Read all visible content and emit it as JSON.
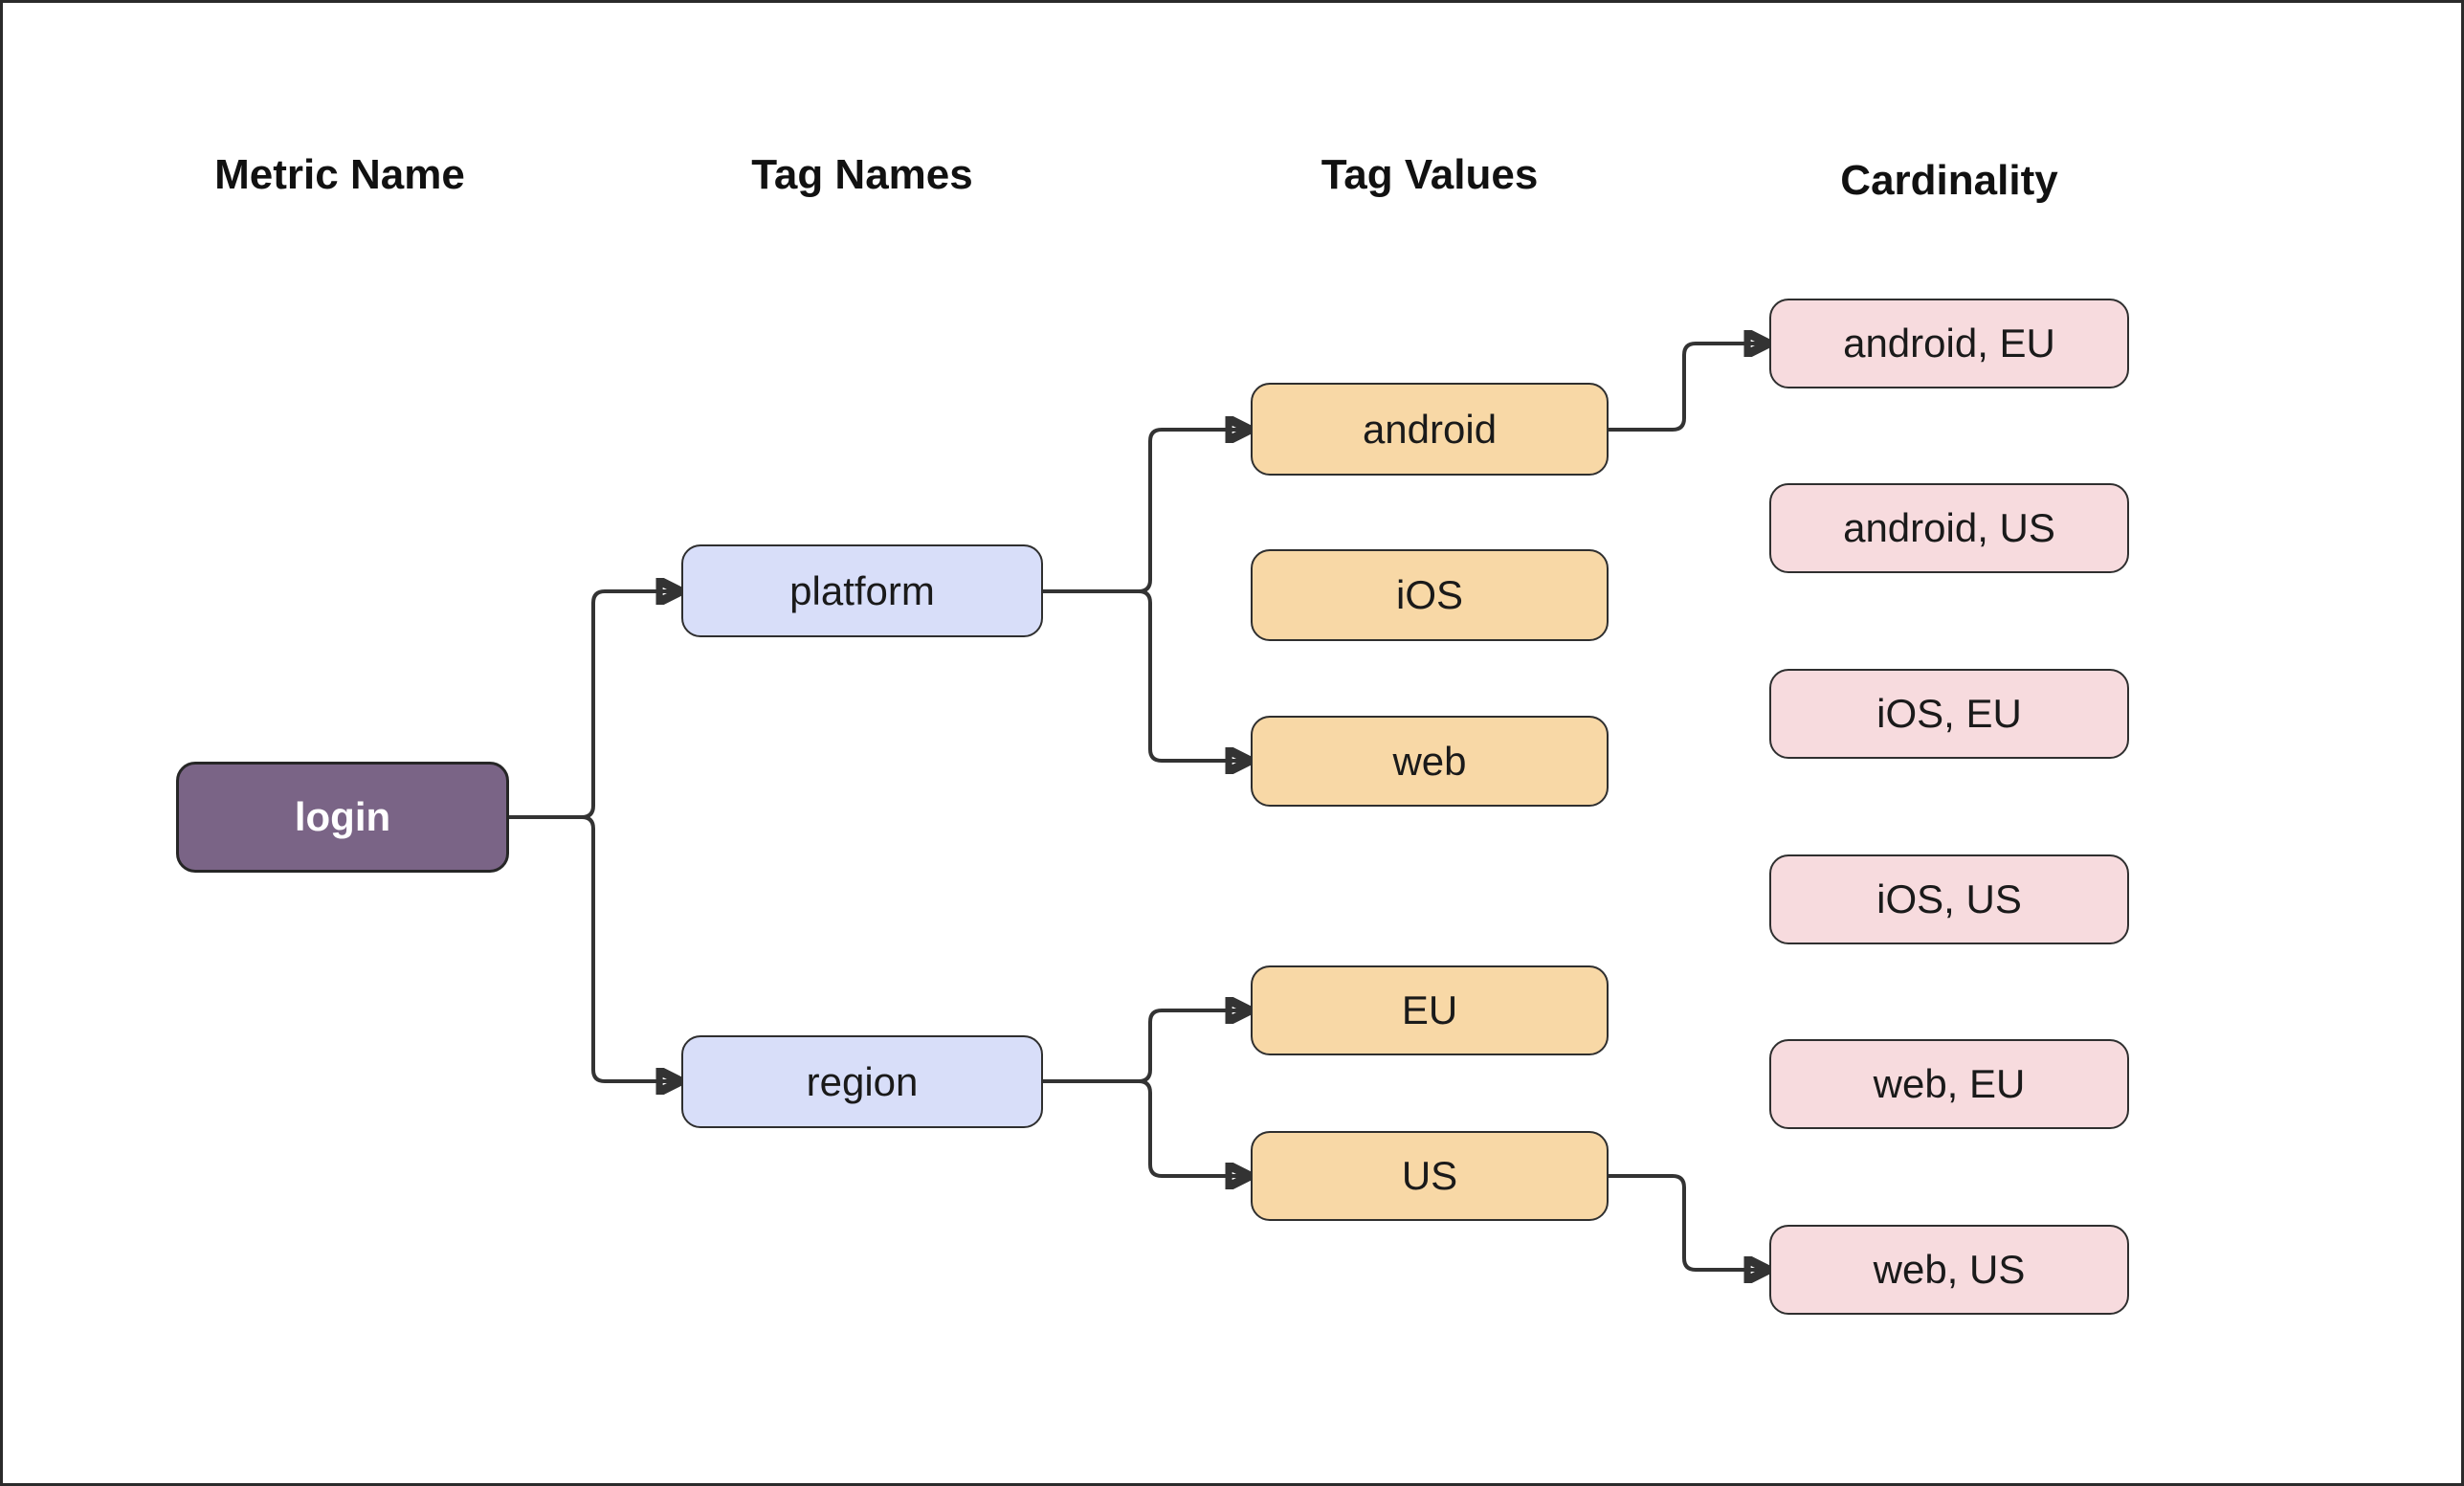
{
  "diagram": {
    "column_headers": [
      "Metric Name",
      "Tag Names",
      "Tag Values",
      "Cardinality"
    ],
    "nodes": {
      "login": {
        "label": "login",
        "type": "metric"
      },
      "platform": {
        "label": "platform",
        "type": "tag-name"
      },
      "region": {
        "label": "region",
        "type": "tag-name"
      },
      "android": {
        "label": "android",
        "type": "tag-value"
      },
      "ios": {
        "label": "iOS",
        "type": "tag-value"
      },
      "web": {
        "label": "web",
        "type": "tag-value"
      },
      "eu": {
        "label": "EU",
        "type": "tag-value"
      },
      "us": {
        "label": "US",
        "type": "tag-value"
      },
      "android_eu": {
        "label": "android, EU",
        "type": "cardinality"
      },
      "android_us": {
        "label": "android, US",
        "type": "cardinality"
      },
      "ios_eu": {
        "label": "iOS, EU",
        "type": "cardinality"
      },
      "ios_us": {
        "label": "iOS, US",
        "type": "cardinality"
      },
      "web_eu": {
        "label": "web, EU",
        "type": "cardinality"
      },
      "web_us": {
        "label": "web, US",
        "type": "cardinality"
      }
    },
    "edges": [
      {
        "from": "login",
        "to": "platform"
      },
      {
        "from": "login",
        "to": "region"
      },
      {
        "from": "platform",
        "to": "android"
      },
      {
        "from": "platform",
        "to": "web"
      },
      {
        "from": "region",
        "to": "EU"
      },
      {
        "from": "region",
        "to": "US"
      },
      {
        "from": "android",
        "to": "android, EU"
      },
      {
        "from": "US",
        "to": "web, US"
      }
    ],
    "palette": {
      "metric_fill": "#7a6486",
      "metric_text": "#ffffff",
      "tag_name_fill": "#d8def9",
      "tag_value_fill": "#f8d8a6",
      "cardinality_fill": "#f7dbde",
      "node_border": "#2f2f2f",
      "edge_color": "#333333",
      "background": "#ffffff"
    }
  }
}
